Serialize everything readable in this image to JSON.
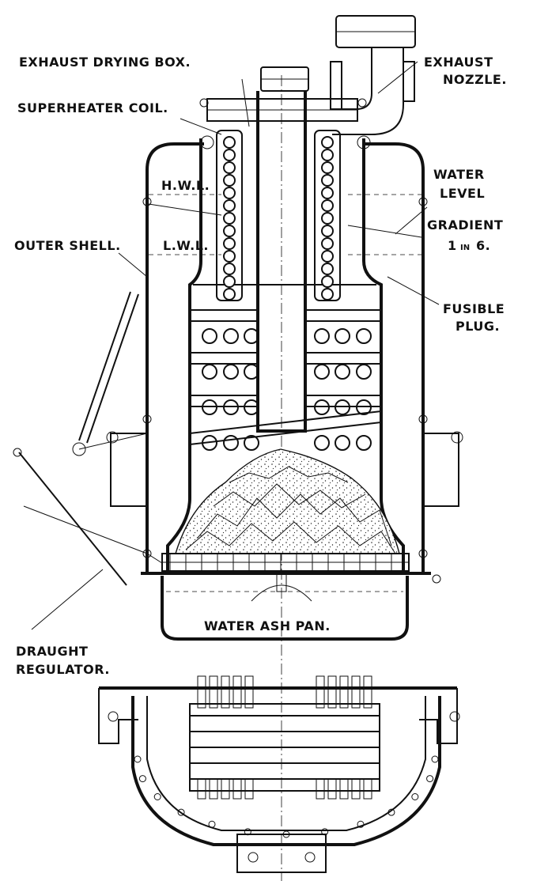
{
  "diagram": {
    "labels": {
      "exhaust_drying_box": "EXHAUST DRYING BOX.",
      "exhaust_nozzle_line1": "EXHAUST",
      "exhaust_nozzle_line2": "NOZZLE.",
      "superheater_coil": "SUPERHEATER COIL.",
      "hwl": "H.W.L.",
      "lwl": "L.W.L.",
      "water_level_line1": "WATER",
      "water_level_line2": "LEVEL",
      "gradient_line1": "GRADIENT",
      "gradient_line2_a": "1",
      "gradient_line2_b": "IN",
      "gradient_line2_c": "6.",
      "outer_shell": "OUTER SHELL.",
      "fusible_plug_line1": "FUSIBLE",
      "fusible_plug_line2": "PLUG.",
      "water_ash_pan": "WATER ASH PAN.",
      "draught_regulator_line1": "DRAUGHT",
      "draught_regulator_line2": "REGULATOR."
    }
  }
}
